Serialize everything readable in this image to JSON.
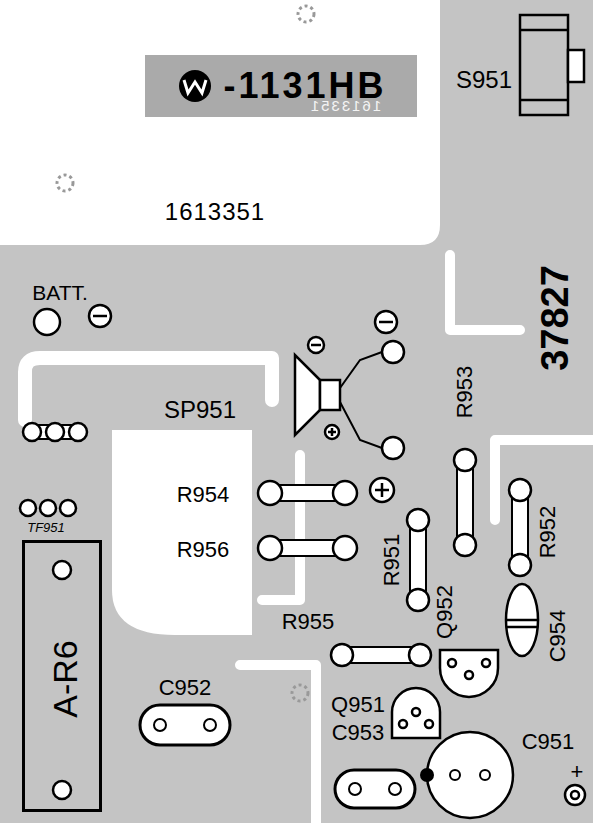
{
  "diagram": {
    "nodes": [
      {
        "text": [
          "-1131HB",
          "1613351"
        ]
      },
      {
        "text": [
          "A-R6"
        ]
      }
    ],
    "labels": [
      "1613351",
      "S951",
      "37827",
      "BATT.",
      "SP951",
      "R954",
      "R956",
      "R953",
      "TF951",
      "R951",
      "Q952",
      "R952",
      "R955",
      "C954",
      "Q951",
      "C953",
      "C952",
      "C951",
      "+"
    ]
  }
}
